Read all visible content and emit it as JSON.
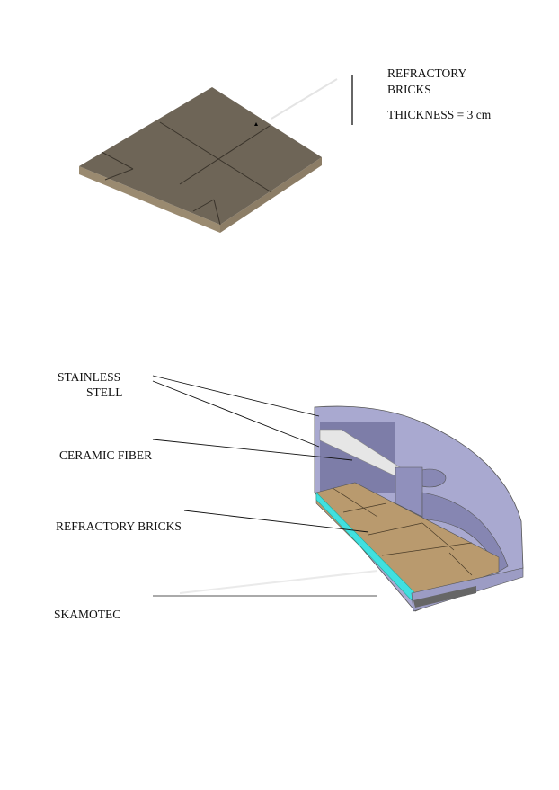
{
  "figure_top": {
    "label_lines": [
      "REFRACTORY",
      "BRICKS"
    ],
    "thickness": "THICKNESS = 3 cm"
  },
  "figure_bottom": {
    "labels": {
      "stainless_1": "STAINLESS",
      "stainless_2": "STELL",
      "ceramic": "CERAMIC FIBER",
      "bricks": "REFRACTORY BRICKS",
      "skamotec": "SKAMOTEC"
    }
  },
  "colors": {
    "brick_top": "#6b6254",
    "brick_tan": "#b99a6e",
    "steel": "#9c9cc4",
    "fiber": "#e6e6e6",
    "skamotec": "#40e0e0"
  }
}
